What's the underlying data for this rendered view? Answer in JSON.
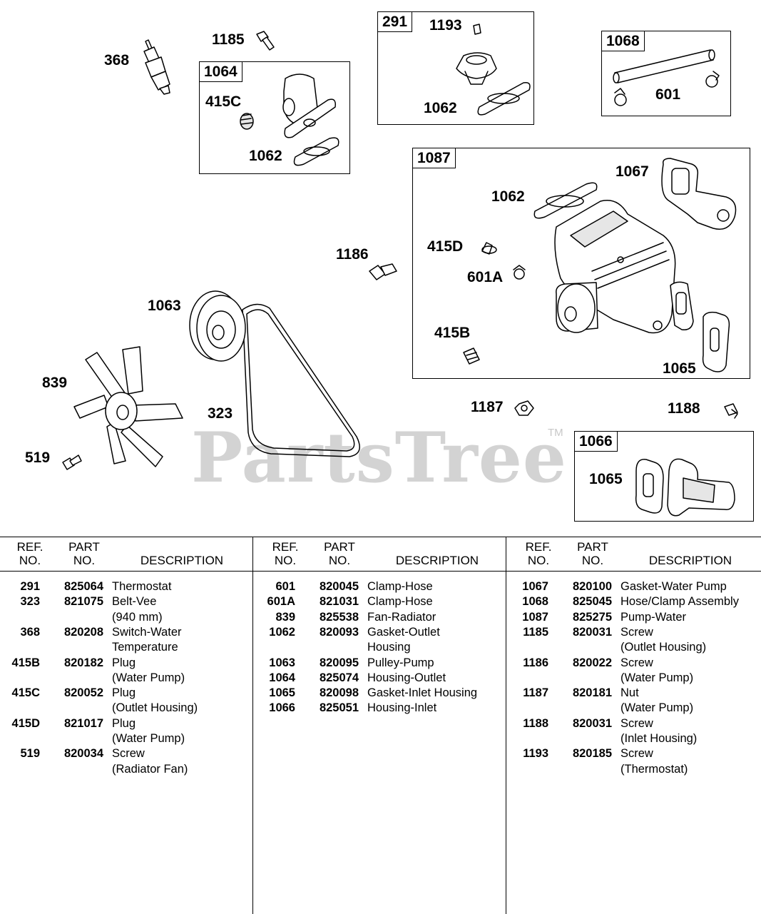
{
  "diagram": {
    "callouts": {
      "c368": "368",
      "c1185": "1185",
      "c1064_box": "1064",
      "c415c": "415C",
      "c1062_a": "1062",
      "c291_box": "291",
      "c1193": "1193",
      "c1062_b": "1062",
      "c1068_box": "1068",
      "c601": "601",
      "c1087_box": "1087",
      "c1067": "1067",
      "c1062_c": "1062",
      "c415d": "415D",
      "c601a": "601A",
      "c1186": "1186",
      "c1063": "1063",
      "c415b": "415B",
      "c1065_a": "1065",
      "c839": "839",
      "c323": "323",
      "c519": "519",
      "c1187": "1187",
      "c1188": "1188",
      "c1066_box": "1066",
      "c1065_b": "1065"
    },
    "watermark": "PartsTree",
    "trademark": "TM"
  },
  "table": {
    "headers": {
      "ref_l1": "REF.",
      "ref_l2": "NO.",
      "part_l1": "PART",
      "part_l2": "NO.",
      "desc": "DESCRIPTION"
    },
    "columns": [
      {
        "rows": [
          {
            "ref": "291",
            "part": "825064",
            "desc": [
              "Thermostat"
            ]
          },
          {
            "ref": "323",
            "part": "821075",
            "desc": [
              "Belt-Vee",
              "(940 mm)"
            ]
          },
          {
            "ref": "368",
            "part": "820208",
            "desc": [
              "Switch-Water",
              "Temperature"
            ]
          },
          {
            "ref": "415B",
            "part": "820182",
            "desc": [
              "Plug",
              "(Water Pump)"
            ]
          },
          {
            "ref": "415C",
            "part": "820052",
            "desc": [
              "Plug",
              "(Outlet Housing)"
            ]
          },
          {
            "ref": "415D",
            "part": "821017",
            "desc": [
              "Plug",
              "(Water Pump)"
            ]
          },
          {
            "ref": "519",
            "part": "820034",
            "desc": [
              "Screw",
              "(Radiator Fan)"
            ]
          }
        ]
      },
      {
        "rows": [
          {
            "ref": "601",
            "part": "820045",
            "desc": [
              "Clamp-Hose"
            ]
          },
          {
            "ref": "601A",
            "part": "821031",
            "desc": [
              "Clamp-Hose"
            ]
          },
          {
            "ref": "839",
            "part": "825538",
            "desc": [
              "Fan-Radiator"
            ]
          },
          {
            "ref": "1062",
            "part": "820093",
            "desc": [
              "Gasket-Outlet",
              "Housing"
            ]
          },
          {
            "ref": "1063",
            "part": "820095",
            "desc": [
              "Pulley-Pump"
            ]
          },
          {
            "ref": "1064",
            "part": "825074",
            "desc": [
              "Housing-Outlet"
            ]
          },
          {
            "ref": "1065",
            "part": "820098",
            "desc": [
              "Gasket-Inlet Housing"
            ]
          },
          {
            "ref": "1066",
            "part": "825051",
            "desc": [
              "Housing-Inlet"
            ]
          }
        ]
      },
      {
        "rows": [
          {
            "ref": "1067",
            "part": "820100",
            "desc": [
              "Gasket-Water Pump"
            ]
          },
          {
            "ref": "1068",
            "part": "825045",
            "desc": [
              "Hose/Clamp Assembly"
            ]
          },
          {
            "ref": "1087",
            "part": "825275",
            "desc": [
              "Pump-Water"
            ]
          },
          {
            "ref": "1185",
            "part": "820031",
            "desc": [
              "Screw",
              "(Outlet  Housing)"
            ]
          },
          {
            "ref": "1186",
            "part": "820022",
            "desc": [
              "Screw",
              "(Water Pump)"
            ]
          },
          {
            "ref": "1187",
            "part": "820181",
            "desc": [
              "Nut",
              "(Water Pump)"
            ]
          },
          {
            "ref": "1188",
            "part": "820031",
            "desc": [
              "Screw",
              "(Inlet  Housing)"
            ]
          },
          {
            "ref": "1193",
            "part": "820185",
            "desc": [
              "Screw",
              "(Thermostat)"
            ]
          }
        ]
      }
    ]
  }
}
